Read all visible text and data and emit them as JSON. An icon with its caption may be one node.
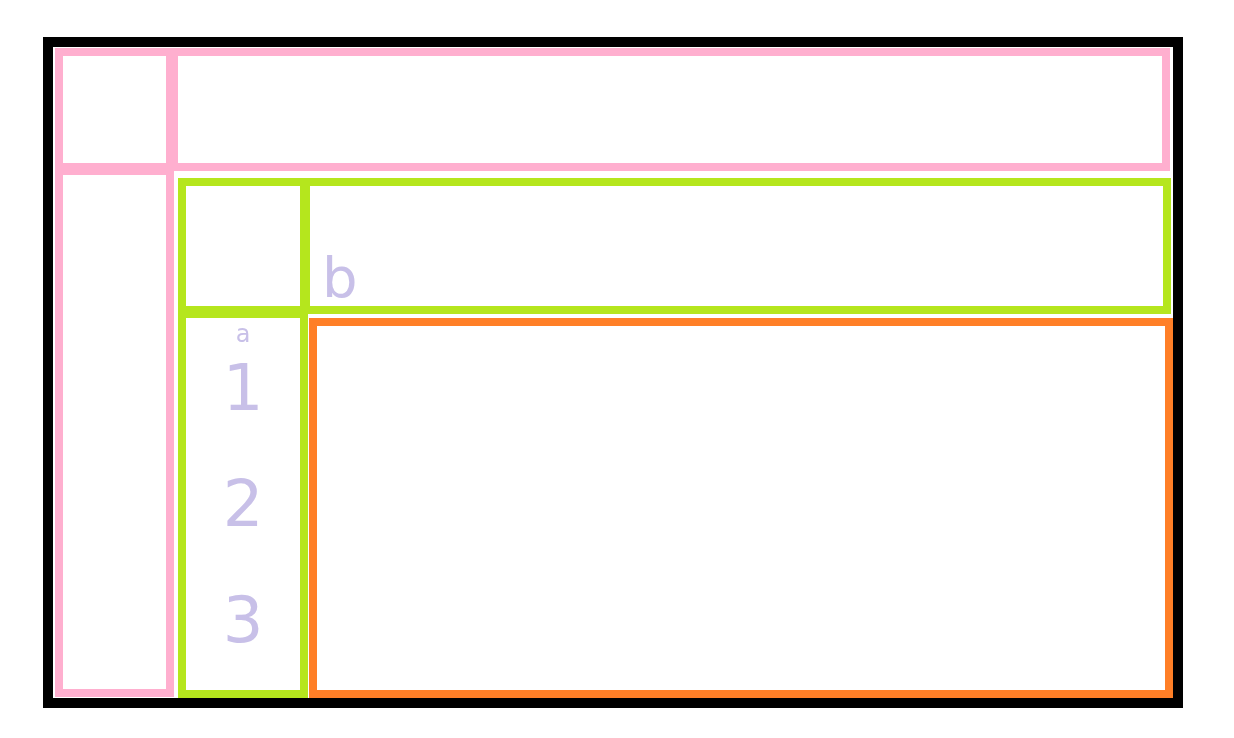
{
  "diagram": {
    "nodes": [
      {
        "text": [],
        "shape": "box"
      },
      {
        "text": [],
        "shape": "box",
        "in": 0
      },
      {
        "text": [],
        "shape": "box",
        "in": 0
      },
      {
        "text": [],
        "shape": "box",
        "in": 0
      },
      {
        "text": [],
        "shape": "box",
        "in": 0
      },
      {
        "text": [
          "b"
        ],
        "in": 0
      },
      {
        "text": [
          "a",
          "1",
          "2",
          "3"
        ],
        "in": 0
      },
      {
        "text": [],
        "shape": "box",
        "in": 0
      }
    ]
  }
}
